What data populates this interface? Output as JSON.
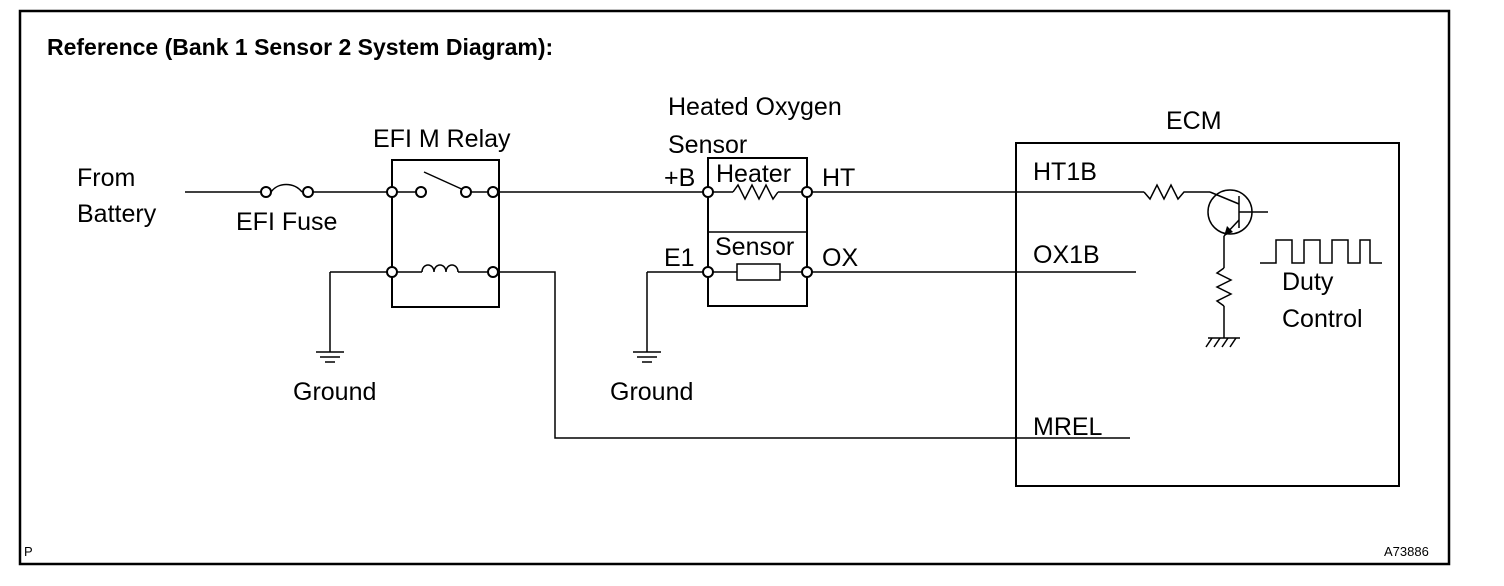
{
  "title": "Reference (Bank 1 Sensor 2 System Diagram):",
  "labels": {
    "from": "From",
    "battery": "Battery",
    "efi_fuse": "EFI Fuse",
    "efi_m_relay": "EFI M Relay",
    "ground_left": "Ground",
    "ground_middle": "Ground",
    "sensor_title_1": "Heated Oxygen",
    "sensor_title_2": "Sensor",
    "heater": "Heater",
    "sensor": "Sensor",
    "plus_b": "+B",
    "e1": "E1",
    "ht": "HT",
    "ox": "OX",
    "ecm": "ECM",
    "ht1b": "HT1B",
    "ox1b": "OX1B",
    "mrel": "MREL",
    "duty": "Duty",
    "control": "Control",
    "corner_p": "P",
    "figure_code": "A73886"
  }
}
